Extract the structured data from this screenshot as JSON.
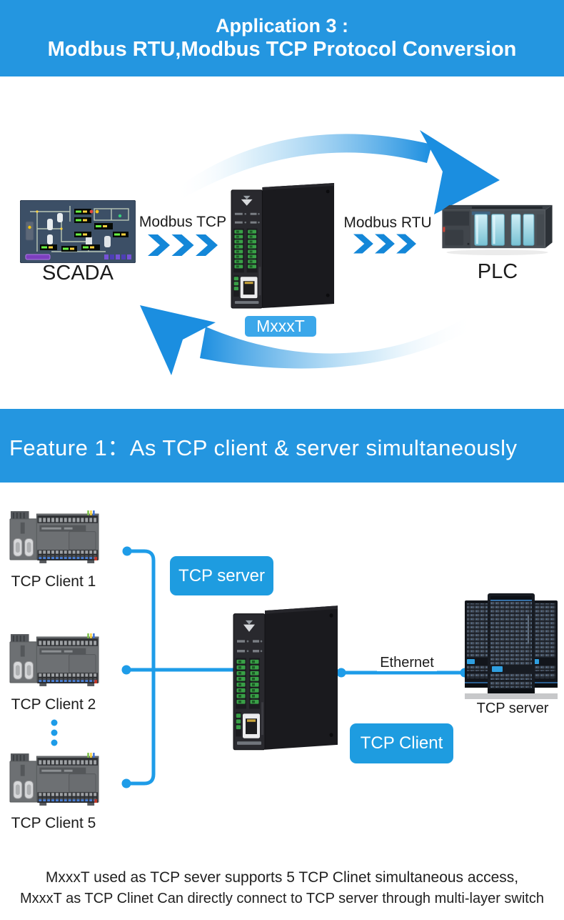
{
  "colors": {
    "banner_blue": "#2496e0",
    "line_blue": "#1e9ce8",
    "chevron_blue": "#1487d8",
    "badge_blue": "#3ba7ea",
    "button_blue": "#1e9ce0",
    "text_dark": "#1c1c1c"
  },
  "banner": {
    "line1": "Application 3 :",
    "line2": "Modbus RTU,Modbus TCP Protocol Conversion"
  },
  "protocol_diagram": {
    "scada_label": "SCADA",
    "modbus_tcp": "Modbus TCP",
    "modbus_rtu": "Modbus RTU",
    "gateway_badge": "MxxxT",
    "plc_label": "PLC"
  },
  "feature_banner": {
    "title": "Feature 1：As TCP client & server simultaneously"
  },
  "tcp_diagram": {
    "client1": "TCP Client 1",
    "client2": "TCP Client 2",
    "client5": "TCP Client 5",
    "server_role_badge": "TCP server",
    "client_role_badge": "TCP Client",
    "ethernet": "Ethernet",
    "server_label": "TCP server"
  },
  "footer": {
    "line1": "MxxxT used as TCP sever supports 5 TCP Clinet simultaneous access,",
    "line2": "MxxxT as TCP Clinet Can directly connect to TCP server through multi-layer switch"
  }
}
